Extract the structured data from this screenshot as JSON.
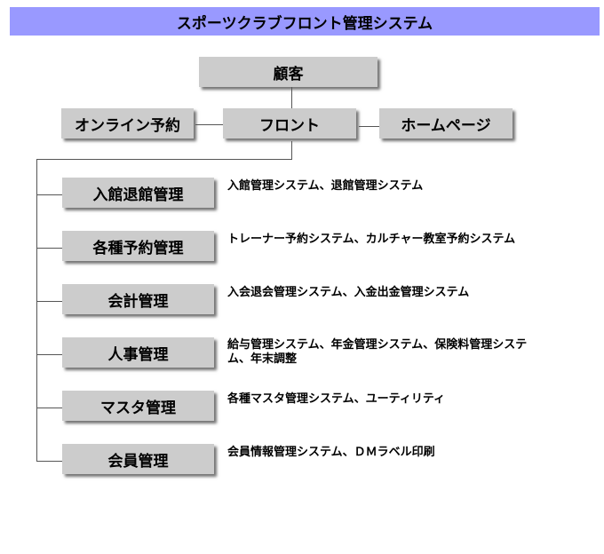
{
  "title": "スポーツクラブフロント管理システム",
  "top": {
    "customer": "顧客",
    "front": "フロント",
    "online_reservation": "オンライン予約",
    "homepage": "ホームページ"
  },
  "modules": [
    {
      "label": "入館退館管理",
      "description": "入館管理システム、退館管理システム"
    },
    {
      "label": "各種予約管理",
      "description": "トレーナー予約システム、カルチャー教室予約システム"
    },
    {
      "label": "会計管理",
      "description": "入会退会管理システム、入金出金管理システム"
    },
    {
      "label": "人事管理",
      "description": "給与管理システム、年金管理システム、保険料管理システム、年末調整"
    },
    {
      "label": "マスタ管理",
      "description": "各種マスタ管理システム、ユーティリティ"
    },
    {
      "label": "会員管理",
      "description": "会員情報管理システム、ＤＭラベル印刷"
    }
  ],
  "colors": {
    "title_bg": "#9999ff",
    "box_bg": "#cccccc",
    "line": "#555555"
  }
}
